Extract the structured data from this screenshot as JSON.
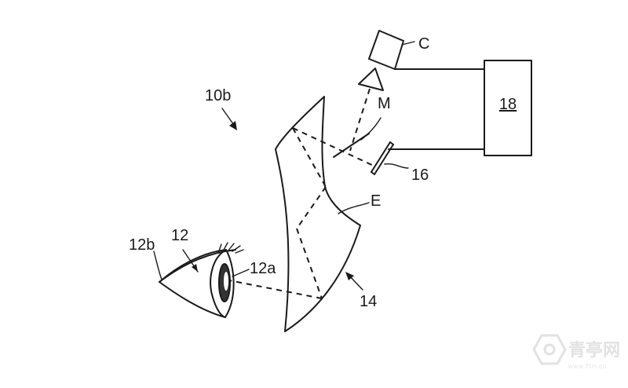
{
  "labels": {
    "system": "10b",
    "eye": "12",
    "eye_outer": "12b",
    "pupil": "12a",
    "optic": "14",
    "surface": "E",
    "camera": "C",
    "mirror": "M",
    "element_16": "16",
    "controller": "18"
  },
  "watermark": {
    "text": "青亭网",
    "url": "www.7tin.cn"
  },
  "colors": {
    "ink": "#1a1a1a",
    "background": "#ffffff",
    "watermark": "#e2e2e2"
  }
}
